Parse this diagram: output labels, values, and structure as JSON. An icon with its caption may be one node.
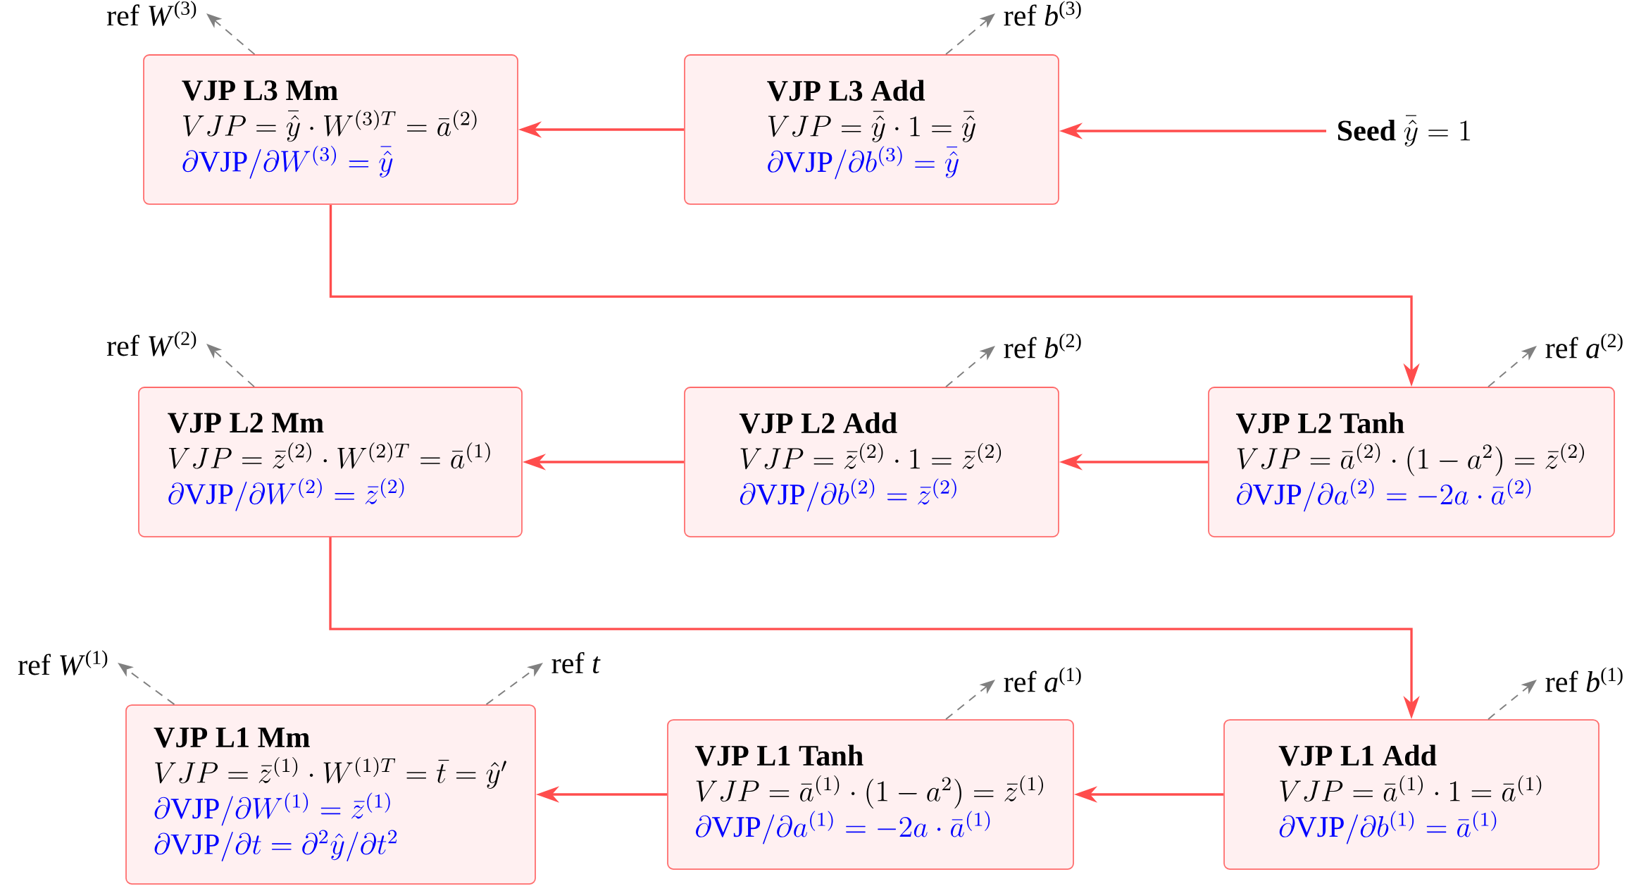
{
  "diagram": {
    "nodes": [
      {
        "text": [
          "ref *W*$^{(3)}$"
        ]
      },
      {
        "text": [
          "ref *b*$^{(3)}$"
        ]
      },
      {
        "text": [
          "VJP L3 Mm",
          "VJP = \\bar{\\hat{y}} \\cdot W^{(3)T} = \\bar{a}^{(2)}",
          "\\partial \\mathrm{VJP} / \\partial W^{(3)} = \\bar{\\hat{y}}"
        ]
      },
      {
        "text": [
          "VJP L3 Add",
          "VJP = \\bar{\\hat{y}} \\cdot 1 = \\bar{\\hat{y}}",
          "\\partial \\mathrm{VJP} / \\partial b^{(3)} = \\bar{\\hat{y}}"
        ]
      },
      {
        "text": [
          "\\textbf{Seed}\\ \\bar{\\hat{y}} = 1"
        ]
      },
      {
        "text": [
          "ref *W*$^{(2)}$"
        ]
      },
      {
        "text": [
          "ref *b*$^{(2)}$"
        ]
      },
      {
        "text": [
          "ref *a*$^{(2)}$"
        ]
      },
      {
        "text": [
          "VJP L2 Mm",
          "VJP = \\bar{z}^{(2)} \\cdot W^{(2)T} = \\bar{a}^{(1)}",
          "\\partial \\mathrm{VJP} / \\partial W^{(2)} = \\bar{z}^{(2)}"
        ]
      },
      {
        "text": [
          "VJP L2 Add",
          "VJP = \\bar{z}^{(2)} \\cdot 1 = \\bar{z}^{(2)}",
          "\\partial \\mathrm{VJP} / \\partial b^{(2)} = \\bar{z}^{(2)}"
        ]
      },
      {
        "text": [
          "VJP L2 Tanh",
          "VJP = \\bar{a}^{(2)} \\cdot (1 - a^2) = \\bar{z}^{(2)}",
          "\\partial \\mathrm{VJP} / \\partial a^{(2)} = -2a \\cdot \\bar{a}^{(2)}"
        ]
      },
      {
        "text": [
          "ref *W*$^{(1)}$"
        ]
      },
      {
        "text": [
          "ref *t*"
        ]
      },
      {
        "text": [
          "ref *a*$^{(1)}$"
        ]
      },
      {
        "text": [
          "ref *b*$^{(1)}$"
        ]
      },
      {
        "text": [
          "VJP L1 Mm",
          "VJP = \\bar{z}^{(1)} \\cdot W^{(1)T} = \\bar{t} = \\hat{y}'",
          "\\partial \\mathrm{VJP} / \\partial W^{(1)} = \\bar{z}^{(1)}",
          "\\partial \\mathrm{VJP} / \\partial t = \\partial^2 \\hat{y} / \\partial t^2"
        ]
      },
      {
        "text": [
          "VJP L1 Tanh",
          "VJP = \\bar{a}^{(1)} \\cdot (1 - a^2) = \\bar{z}^{(1)}",
          "\\partial \\mathrm{VJP} / \\partial a^{(1)} = -2a \\cdot \\bar{a}^{(1)}"
        ]
      },
      {
        "text": [
          "VJP L1 Add",
          "VJP = \\bar{a}^{(1)} \\cdot 1 = \\bar{a}^{(1)}",
          "\\partial \\mathrm{VJP} / \\partial b^{(1)} = \\bar{a}^{(1)}"
        ]
      }
    ],
    "edges": [
      {
        "from": 4,
        "to": 3,
        "arrow": "to",
        "color": "#ff4d4d"
      },
      {
        "from": 3,
        "to": 2,
        "arrow": "to",
        "color": "#ff4d4d"
      },
      {
        "from": 2,
        "to": 10,
        "arrow": "to",
        "color": "#ff4d4d"
      },
      {
        "from": 10,
        "to": 9,
        "arrow": "to",
        "color": "#ff4d4d"
      },
      {
        "from": 9,
        "to": 8,
        "arrow": "to",
        "color": "#ff4d4d"
      },
      {
        "from": 8,
        "to": 17,
        "arrow": "to",
        "color": "#ff4d4d"
      },
      {
        "from": 17,
        "to": 16,
        "arrow": "to",
        "color": "#ff4d4d"
      },
      {
        "from": 16,
        "to": 15,
        "arrow": "to",
        "color": "#ff4d4d"
      },
      {
        "from": 2,
        "to": 0,
        "arrow": "to",
        "style": "dashed"
      },
      {
        "from": 3,
        "to": 1,
        "arrow": "to",
        "style": "dashed"
      },
      {
        "from": 8,
        "to": 5,
        "arrow": "to",
        "style": "dashed"
      },
      {
        "from": 9,
        "to": 6,
        "arrow": "to",
        "style": "dashed"
      },
      {
        "from": 10,
        "to": 7,
        "arrow": "to",
        "style": "dashed"
      },
      {
        "from": 15,
        "to": 11,
        "arrow": "to",
        "style": "dashed"
      },
      {
        "from": 15,
        "to": 12,
        "arrow": "to",
        "style": "dashed"
      },
      {
        "from": 16,
        "to": 13,
        "arrow": "to",
        "style": "dashed"
      },
      {
        "from": 17,
        "to": 14,
        "arrow": "to",
        "style": "dashed"
      }
    ]
  }
}
